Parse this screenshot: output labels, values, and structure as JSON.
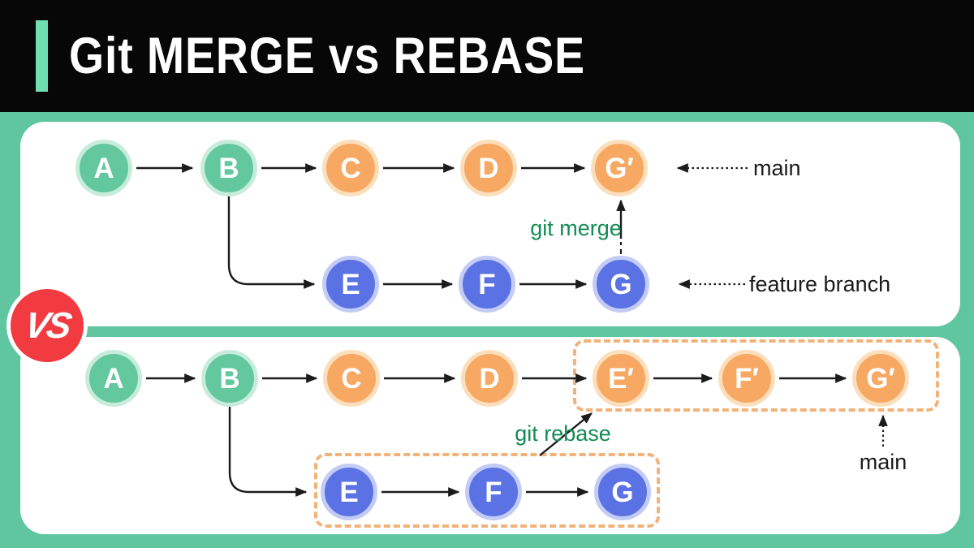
{
  "header": {
    "title": "Git MERGE vs REBASE"
  },
  "vs_badge": {
    "label": "VS"
  },
  "colors": {
    "background": "#5FC6A0",
    "header_bg": "#070707",
    "accent_bar": "#6FDFB2",
    "shared_commit_fill": "#64C89F",
    "main_commit_fill": "#F7A862",
    "feature_commit_fill": "#5B72E4",
    "command_text": "#118C53",
    "arrow_stroke": "#1b1b1b",
    "dashed_box": "#F1B379",
    "vs_red": "#F23B40"
  },
  "merge": {
    "command_label": "git merge",
    "main_branch_label": "main",
    "feature_branch_label": "feature branch",
    "main_nodes": [
      {
        "label": "A",
        "type": "shared"
      },
      {
        "label": "B",
        "type": "shared"
      },
      {
        "label": "C",
        "type": "main"
      },
      {
        "label": "D",
        "type": "main"
      },
      {
        "label": "G′",
        "type": "main"
      }
    ],
    "feature_nodes": [
      {
        "label": "E",
        "type": "feature"
      },
      {
        "label": "F",
        "type": "feature"
      },
      {
        "label": "G",
        "type": "feature"
      }
    ]
  },
  "rebase": {
    "command_label": "git rebase",
    "main_branch_label": "main",
    "main_nodes": [
      {
        "label": "A",
        "type": "shared"
      },
      {
        "label": "B",
        "type": "shared"
      },
      {
        "label": "C",
        "type": "main"
      },
      {
        "label": "D",
        "type": "main"
      },
      {
        "label": "E′",
        "type": "main"
      },
      {
        "label": "F′",
        "type": "main"
      },
      {
        "label": "G′",
        "type": "main"
      }
    ],
    "old_feature_nodes": [
      {
        "label": "E",
        "type": "feature"
      },
      {
        "label": "F",
        "type": "feature"
      },
      {
        "label": "G",
        "type": "feature"
      }
    ]
  }
}
